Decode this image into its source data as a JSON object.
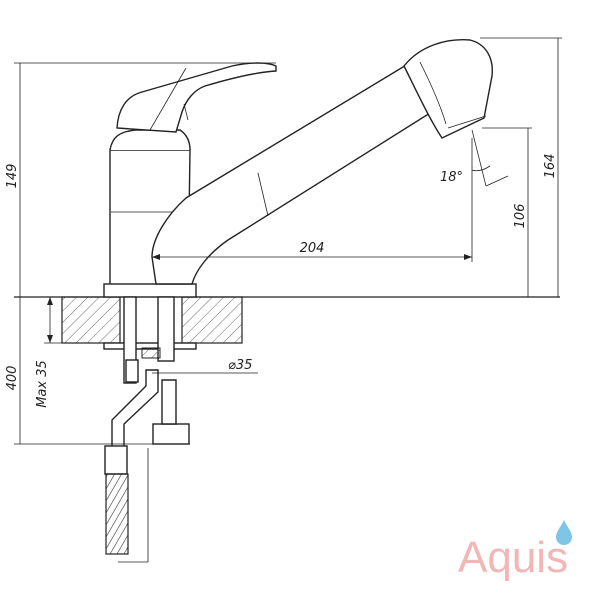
{
  "dimensions": {
    "height_body": "149",
    "height_spout": "164",
    "spout_reach": "204",
    "spout_height": "106",
    "angle": "18°",
    "hose_length": "400",
    "max_thickness": "Max 35",
    "hole_diameter": "⌀35"
  },
  "brand": {
    "name": "Aquis",
    "color": "#f2b6b6",
    "drop_color": "#7fc6e6"
  }
}
